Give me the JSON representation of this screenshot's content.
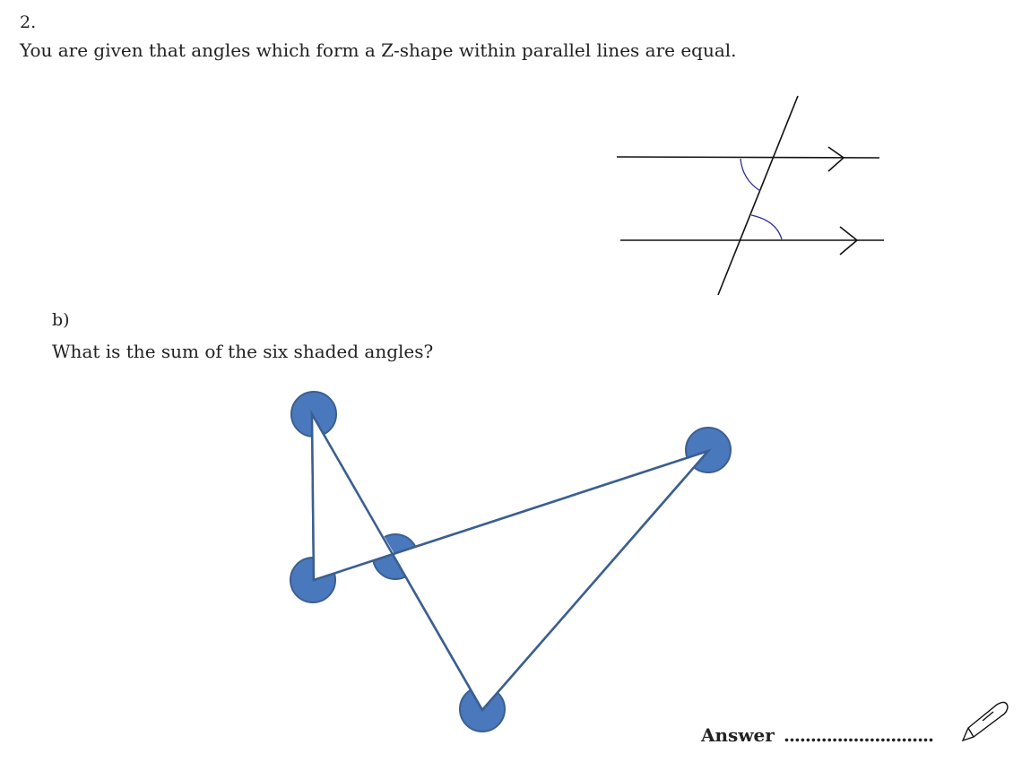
{
  "question_number": "2.",
  "intro": "You are given that angles which form a Z-shape within parallel lines are equal.",
  "part_b": {
    "label": "b)",
    "question": "What is the sum of the six shaded angles?"
  },
  "answer": {
    "label": "Answer",
    "dots": "............................",
    "icon": "pen-icon"
  },
  "colors": {
    "shade_fill": "#4a78bd",
    "shade_stroke": "#3b5f8f",
    "arc": "#2a2a9a"
  }
}
